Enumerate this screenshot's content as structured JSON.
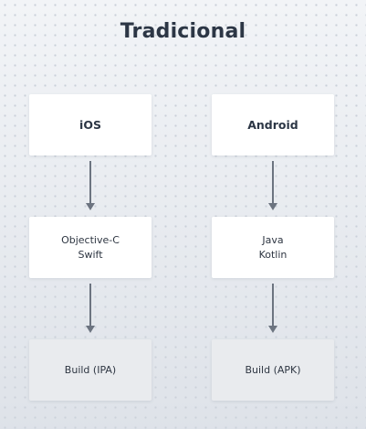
{
  "title": "Tradicional",
  "columns": [
    {
      "platform": "iOS",
      "languages": [
        "Objective-C",
        "Swift"
      ],
      "build": "Build (IPA)"
    },
    {
      "platform": "Android",
      "languages": [
        "Java",
        "Kotlin"
      ],
      "build": "Build (APK)"
    }
  ],
  "colors": {
    "background": "#f2f4f7",
    "box": "#ffffff",
    "build_box": "#e9ebee",
    "arrow": "#6c7480",
    "text": "#2c3645"
  }
}
